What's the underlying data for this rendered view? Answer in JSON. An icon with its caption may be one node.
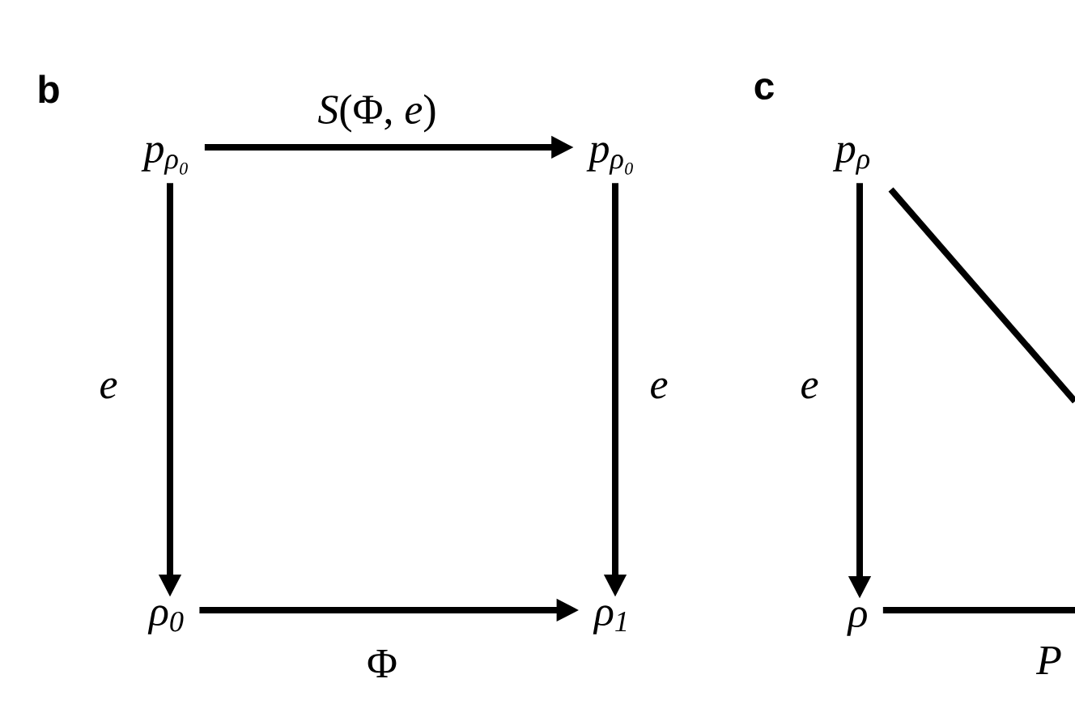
{
  "diagram": {
    "nodes": [
      {
        "text": [
          "p$_{ρ₀}$"
        ]
      },
      {
        "text": [
          "p$_{ρ₀}$"
        ]
      },
      {
        "text": [
          "ρ$_{0}$"
        ]
      },
      {
        "text": [
          "ρ$_{1}$"
        ]
      },
      {
        "text": [
          "p$_{ρ}$"
        ]
      },
      {
        "text": [
          "ρ"
        ]
      }
    ],
    "edges": [
      {
        "from": 0,
        "to": 1,
        "arrow": "to",
        "label": "*S*(Φ, *e*)"
      },
      {
        "from": 0,
        "to": 2,
        "arrow": "to",
        "label": "e"
      },
      {
        "from": 1,
        "to": 3,
        "arrow": "to",
        "label": "e"
      },
      {
        "from": 2,
        "to": 3,
        "arrow": "to",
        "label": "Φ"
      },
      {
        "from": 4,
        "to": 5,
        "arrow": "to",
        "label": "e"
      },
      {
        "from": 4,
        "to": null,
        "arrow": "none"
      },
      {
        "from": 5,
        "to": null,
        "arrow": "none",
        "label": "P"
      }
    ],
    "labels": [
      "b",
      "c"
    ]
  }
}
